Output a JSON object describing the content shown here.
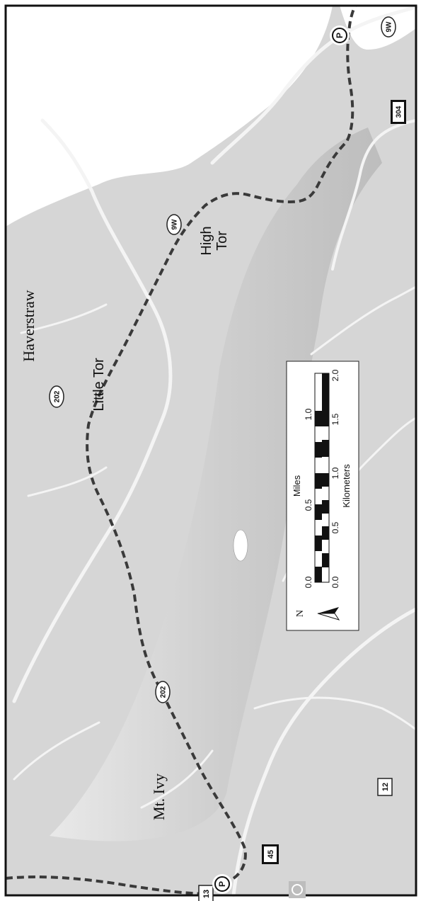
{
  "map": {
    "places": {
      "haverstraw": "Haverstraw",
      "mt_ivy": "Mt. Ivy"
    },
    "peaks": {
      "little_tor": "Little Tor",
      "high_tor_line1": "High",
      "high_tor_line2": "Tor"
    },
    "route_shields": {
      "r9w_upper": "9W",
      "r9w_lower": "9W",
      "r304": "304",
      "r202_upper": "202",
      "r202_lower": "202",
      "r45": "45",
      "r12": "12",
      "r13": "13"
    },
    "parking_label": "P",
    "scale_bar": {
      "miles_title": "Miles",
      "km_title": "Kilometers",
      "mile_ticks": [
        "0.0",
        "0.5",
        "1.0"
      ],
      "km_ticks": [
        "0.0",
        "0.5",
        "1.0",
        "1.5",
        "2.0"
      ]
    },
    "north_label": "N",
    "colors": {
      "land": "#d6d6d6",
      "road": "#f4f4f4",
      "water": "#ffffff",
      "trail": "#3a3a3a",
      "frame": "#111111"
    }
  }
}
